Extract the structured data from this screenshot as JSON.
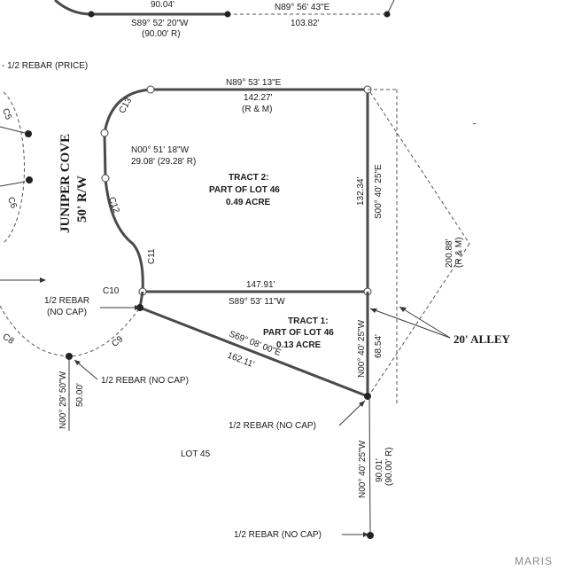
{
  "top": {
    "north_dist": "90.04'",
    "north_bearing": "N89° 56' 43\"E",
    "south_bearing": "S89° 52' 20\"W",
    "south_record": "(90.00' R)",
    "east_dist": "103.82'"
  },
  "rebar_price": "- 1/2 REBAR (PRICE)",
  "street": {
    "name": "JUNIPER COVE",
    "row": "50' R/W"
  },
  "curves": {
    "c5": "C5",
    "c6": "C6",
    "c8": "C8",
    "c9": "C9",
    "c10": "C10",
    "c11": "C11",
    "c12": "C12",
    "c13": "C13"
  },
  "tract2": {
    "north_bearing": "N89° 53' 13\"E",
    "north_dist": "142.27'",
    "north_note": "(R & M)",
    "west_bearing": "N00° 51' 18\"W",
    "west_dist": "29.08' (29.28' R)",
    "east_dist": "132.34'",
    "east_bearing": "S00° 40' 25\"E",
    "south_dist": "147.91'",
    "south_bearing": "S89° 53' 11\"W",
    "title": "TRACT 2:",
    "subtitle": "PART OF LOT 46",
    "area": "0.49 ACRE"
  },
  "tract1": {
    "title": "TRACT 1:",
    "subtitle": "PART OF LOT 46",
    "area": "0.13 ACRE",
    "diag_bearing": "S69° 08' 00\"E",
    "diag_dist": "162.11'",
    "east_bearing": "N00° 40' 25\"W",
    "east_dist": "68.54'"
  },
  "alley": {
    "label": "20' ALLEY",
    "dist": "200.88'",
    "note": "(R & M)"
  },
  "rebar_no_cap_1": "1/2 REBAR",
  "rebar_no_cap_1b": "(NO CAP)",
  "rebar_no_cap_2": "1/2 REBAR (NO CAP)",
  "rebar_no_cap_3": "1/2 REBAR (NO CAP)",
  "rebar_no_cap_4": "1/2 REBAR (NO CAP)",
  "west_line": {
    "bearing": "N00° 29' 50\"W",
    "dist": "50.00'"
  },
  "lot45": "LOT 45",
  "lower_east": {
    "bearing": "N00° 40' 25\"W",
    "dist": "90.01'",
    "record": "(90.00' R)"
  },
  "watermark": "MARIS"
}
